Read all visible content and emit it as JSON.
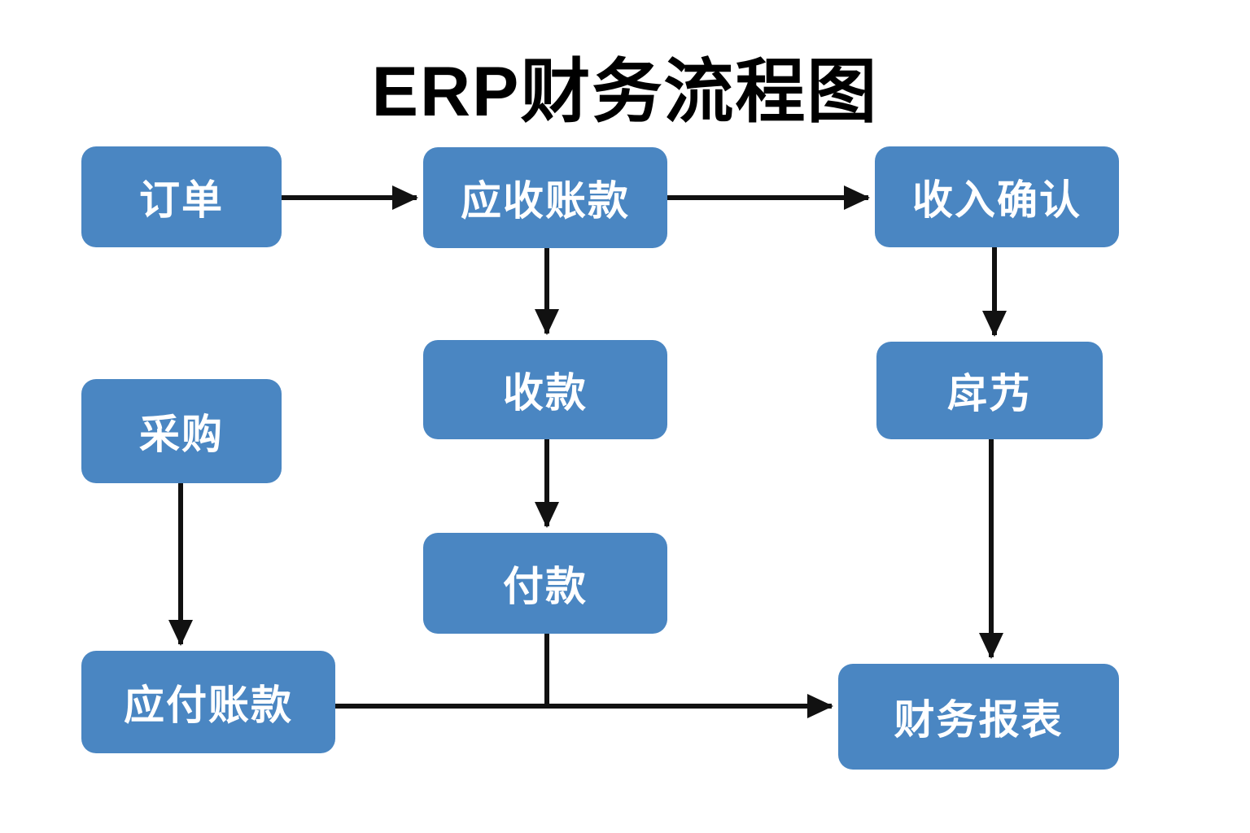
{
  "title": "ERP财务流程图",
  "nodes": {
    "order": {
      "label": "订单"
    },
    "accounts_receivable": {
      "label": "应收账款"
    },
    "revenue_recognition": {
      "label": "收入确认"
    },
    "collection": {
      "label": "收款"
    },
    "closing": {
      "label": "戽艿"
    },
    "procurement": {
      "label": "采购"
    },
    "payment": {
      "label": "付款"
    },
    "accounts_payable": {
      "label": "应付账款"
    },
    "financial_report": {
      "label": "财务报表"
    }
  },
  "edges": [
    {
      "from": "order",
      "to": "accounts_receivable"
    },
    {
      "from": "accounts_receivable",
      "to": "revenue_recognition"
    },
    {
      "from": "accounts_receivable",
      "to": "collection"
    },
    {
      "from": "collection",
      "to": "payment"
    },
    {
      "from": "revenue_recognition",
      "to": "closing"
    },
    {
      "from": "closing",
      "to": "financial_report"
    },
    {
      "from": "procurement",
      "to": "accounts_payable"
    },
    {
      "from": "accounts_payable",
      "to": "financial_report"
    },
    {
      "from": "payment",
      "to": "financial_report",
      "note": "joins the accounts_payable arrow line"
    }
  ],
  "colors": {
    "background": "#ffffff",
    "node_fill": "#4a86c2",
    "node_text": "#ffffff",
    "arrow": "#111111"
  }
}
